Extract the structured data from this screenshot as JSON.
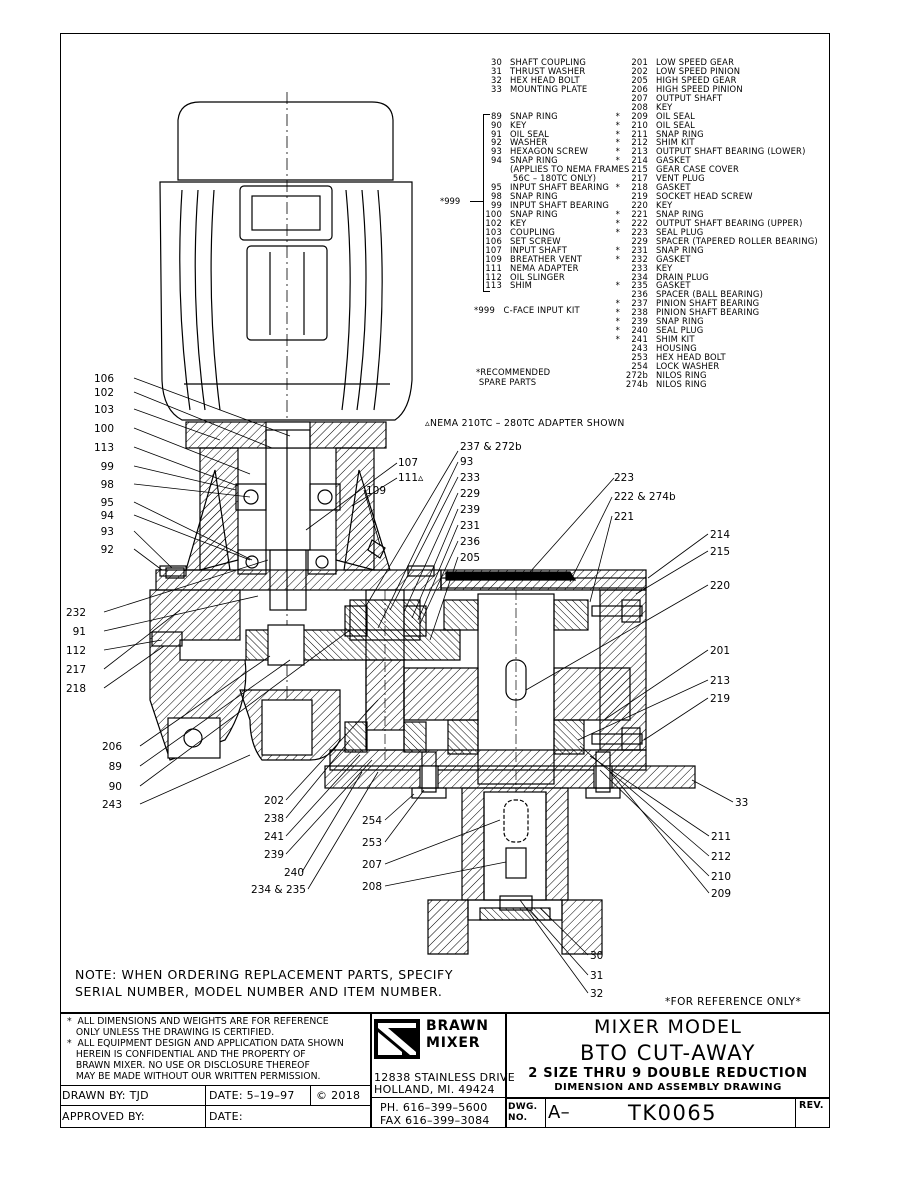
{
  "parts_col1": [
    {
      "star": "",
      "no": "30",
      "desc": "SHAFT COUPLING"
    },
    {
      "star": "",
      "no": "31",
      "desc": "THRUST WASHER"
    },
    {
      "star": "",
      "no": "32",
      "desc": "HEX HEAD BOLT"
    },
    {
      "star": "",
      "no": "33",
      "desc": "MOUNTING PLATE"
    },
    {
      "star": "",
      "no": "",
      "desc": ""
    },
    {
      "star": "",
      "no": "",
      "desc": ""
    },
    {
      "star": "",
      "no": "89",
      "desc": "SNAP RING"
    },
    {
      "star": "",
      "no": "90",
      "desc": "KEY"
    },
    {
      "star": "",
      "no": "91",
      "desc": "OIL SEAL"
    },
    {
      "star": "",
      "no": "92",
      "desc": "WASHER"
    },
    {
      "star": "",
      "no": "93",
      "desc": "HEXAGON SCREW"
    },
    {
      "star": "",
      "no": "94",
      "desc": "SNAP RING"
    },
    {
      "star": "",
      "no": "",
      "desc": "(APPLIES TO NEMA FRAMES"
    },
    {
      "star": "",
      "no": "",
      "desc": " 56C – 180TC ONLY)"
    },
    {
      "star": "",
      "no": "95",
      "desc": "INPUT SHAFT BEARING"
    },
    {
      "star": "",
      "no": "98",
      "desc": "SNAP RING"
    },
    {
      "star": "",
      "no": "99",
      "desc": "INPUT SHAFT BEARING"
    },
    {
      "star": "",
      "no": "100",
      "desc": "SNAP RING"
    },
    {
      "star": "",
      "no": "102",
      "desc": "KEY"
    },
    {
      "star": "",
      "no": "103",
      "desc": "COUPLING"
    },
    {
      "star": "",
      "no": "106",
      "desc": "SET SCREW"
    },
    {
      "star": "",
      "no": "107",
      "desc": "INPUT SHAFT"
    },
    {
      "star": "",
      "no": "109",
      "desc": "BREATHER VENT"
    },
    {
      "star": "",
      "no": "111",
      "desc": "NEMA ADAPTER"
    },
    {
      "star": "",
      "no": "112",
      "desc": "OIL SLINGER"
    },
    {
      "star": "",
      "no": "113",
      "desc": "SHIM"
    }
  ],
  "parts_col2": [
    {
      "star": "",
      "no": "201",
      "desc": "LOW SPEED GEAR"
    },
    {
      "star": "",
      "no": "202",
      "desc": "LOW SPEED PINION"
    },
    {
      "star": "",
      "no": "205",
      "desc": "HIGH SPEED GEAR"
    },
    {
      "star": "",
      "no": "206",
      "desc": "HIGH SPEED PINION"
    },
    {
      "star": "",
      "no": "207",
      "desc": "OUTPUT SHAFT"
    },
    {
      "star": "",
      "no": "208",
      "desc": "KEY"
    },
    {
      "star": "*",
      "no": "209",
      "desc": "OIL SEAL"
    },
    {
      "star": "*",
      "no": "210",
      "desc": "OIL SEAL"
    },
    {
      "star": "*",
      "no": "211",
      "desc": "SNAP RING"
    },
    {
      "star": "*",
      "no": "212",
      "desc": "SHIM KIT"
    },
    {
      "star": "*",
      "no": "213",
      "desc": "OUTPUT SHAFT BEARING (LOWER)"
    },
    {
      "star": "*",
      "no": "214",
      "desc": "GASKET"
    },
    {
      "star": "",
      "no": "215",
      "desc": "GEAR CASE COVER"
    },
    {
      "star": "",
      "no": "217",
      "desc": "VENT PLUG"
    },
    {
      "star": "*",
      "no": "218",
      "desc": "GASKET"
    },
    {
      "star": "",
      "no": "219",
      "desc": "SOCKET HEAD SCREW"
    },
    {
      "star": "",
      "no": "220",
      "desc": "KEY"
    },
    {
      "star": "*",
      "no": "221",
      "desc": "SNAP RING"
    },
    {
      "star": "*",
      "no": "222",
      "desc": "OUTPUT SHAFT BEARING (UPPER)"
    },
    {
      "star": "*",
      "no": "223",
      "desc": "SEAL PLUG"
    },
    {
      "star": "",
      "no": "229",
      "desc": "SPACER (TAPERED ROLLER BEARING)"
    },
    {
      "star": "*",
      "no": "231",
      "desc": "SNAP RING"
    },
    {
      "star": "*",
      "no": "232",
      "desc": "GASKET"
    },
    {
      "star": "",
      "no": "233",
      "desc": "KEY"
    },
    {
      "star": "",
      "no": "234",
      "desc": "DRAIN PLUG"
    },
    {
      "star": "*",
      "no": "235",
      "desc": "GASKET"
    },
    {
      "star": "",
      "no": "236",
      "desc": "SPACER (BALL BEARING)"
    },
    {
      "star": "*",
      "no": "237",
      "desc": "PINION SHAFT BEARING"
    },
    {
      "star": "*",
      "no": "238",
      "desc": "PINION SHAFT BEARING"
    },
    {
      "star": "*",
      "no": "239",
      "desc": "SNAP RING"
    },
    {
      "star": "*",
      "no": "240",
      "desc": "SEAL PLUG"
    },
    {
      "star": "*",
      "no": "241",
      "desc": "SHIM KIT"
    },
    {
      "star": "",
      "no": "243",
      "desc": "HOUSING"
    },
    {
      "star": "",
      "no": "253",
      "desc": "HEX HEAD BOLT"
    },
    {
      "star": "",
      "no": "254",
      "desc": "LOCK WASHER"
    },
    {
      "star": "",
      "no": "272b",
      "desc": "NILOS RING"
    },
    {
      "star": "",
      "no": "274b",
      "desc": "NILOS RING"
    }
  ],
  "kit_tag": "*999",
  "kit_line": "*999   C-FACE INPUT KIT",
  "recommended": "*RECOMMENDED\n SPARE PARTS",
  "adapter_note": "▵NEMA 210TC – 280TC ADAPTER SHOWN",
  "callouts_left": [
    "106",
    "102",
    "103",
    "100",
    "113",
    "99",
    "98",
    "95",
    "94",
    "93",
    "92",
    "232",
    "91",
    "112",
    "217",
    "218",
    "206",
    "89",
    "90",
    "243"
  ],
  "callouts_center": [
    "237 & 272b",
    "93",
    "233",
    "229",
    "239",
    "231",
    "236",
    "205",
    "107",
    "111▵",
    "109",
    "202",
    "238",
    "241",
    "239",
    "240",
    "234 & 235",
    "254",
    "253",
    "207",
    "208"
  ],
  "callouts_right": [
    "223",
    "222 & 274b",
    "221",
    "214",
    "215",
    "220",
    "201",
    "213",
    "219",
    "33",
    "211",
    "212",
    "210",
    "209",
    "30",
    "31",
    "32"
  ],
  "note": "NOTE: WHEN ORDERING REPLACEMENT PARTS, SPECIFY\nSERIAL NUMBER, MODEL NUMBER AND ITEM NUMBER.",
  "for_reference": "*FOR REFERENCE ONLY*",
  "title_block": {
    "disclaimer": "*  ALL DIMENSIONS AND WEIGHTS ARE FOR REFERENCE\n   ONLY UNLESS THE DRAWING IS CERTIFIED.\n*  ALL EQUIPMENT DESIGN AND APPLICATION DATA SHOWN\n   HEREIN IS CONFIDENTIAL AND THE PROPERTY OF\n   BRAWN MIXER. NO USE OR DISCLOSURE THEREOF\n   MAY BE MADE WITHOUT OUR WRITTEN PERMISSION.",
    "drawn_by": "DRAWN  BY:   TJD",
    "date": "DATE:  5–19–97",
    "copyright": "© 2018",
    "approved_by": "APPROVED  BY:",
    "date2": "DATE:",
    "logo_line1": "BRAWN",
    "logo_line2": "MIXER",
    "address1": "12838 STAINLESS DRIVE",
    "address2": "HOLLAND, MI. 49424",
    "phone": "PH.  616–399–5600",
    "fax": "FAX 616–399–3084",
    "title_line1": "MIXER  MODEL",
    "title_line2": "BTO  CUT-AWAY",
    "title_line3": "2 SIZE THRU 9 DOUBLE REDUCTION",
    "title_line4": "DIMENSION AND ASSEMBLY DRAWING",
    "dwg_label": "DWG.\nNO.",
    "dwg_prefix": "A–",
    "dwg_number": "TK0065",
    "rev_label": "REV."
  }
}
